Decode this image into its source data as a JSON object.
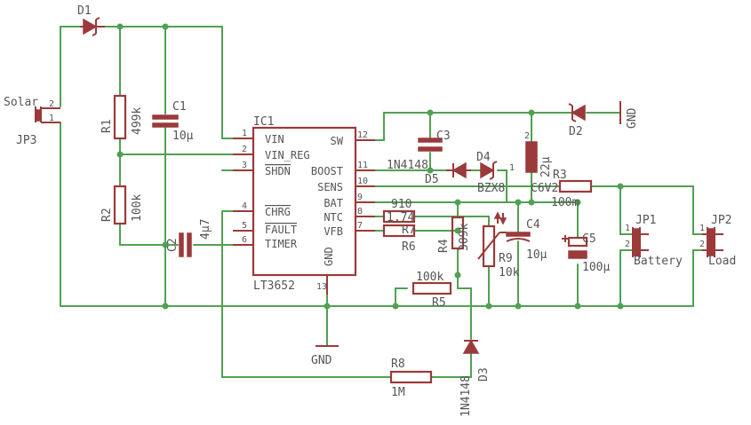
{
  "ic": {
    "ref": "IC1",
    "value": "LT3652",
    "pins_left": [
      {
        "num": "1",
        "name": "VIN"
      },
      {
        "num": "2",
        "name": "VIN_REG"
      },
      {
        "num": "3",
        "name": "SHDN"
      },
      {
        "num": "4",
        "name": "CHRG"
      },
      {
        "num": "5",
        "name": "FAULT"
      },
      {
        "num": "6",
        "name": "TIMER"
      }
    ],
    "pins_right": [
      {
        "num": "12",
        "name": "SW"
      },
      {
        "num": "11",
        "name": "BOOST"
      },
      {
        "num": "10",
        "name": "SENS"
      },
      {
        "num": "9",
        "name": "BAT"
      },
      {
        "num": "8",
        "name": "NTC"
      },
      {
        "num": "7",
        "name": "VFB"
      }
    ],
    "pin_bottom": {
      "num": "13",
      "name": "GND"
    }
  },
  "components": {
    "d1": {
      "ref": "D1"
    },
    "d2": {
      "ref": "D2"
    },
    "d3": {
      "ref": "D3",
      "value": "1N4148"
    },
    "d4": {
      "ref": "D4",
      "value": "BZX8"
    },
    "d5": {
      "ref": "D5",
      "value": "1N4148"
    },
    "r1": {
      "ref": "R1",
      "value": "499k"
    },
    "r2": {
      "ref": "R2",
      "value": "100k"
    },
    "r3": {
      "ref": "R3",
      "value": "100m"
    },
    "r4": {
      "ref": "R4",
      "value": "309k"
    },
    "r5": {
      "ref": "R5",
      "value": "100k"
    },
    "r6": {
      "ref": "R6",
      "value": "1.74"
    },
    "r7": {
      "ref": "R7",
      "value": "910"
    },
    "r8": {
      "ref": "R8",
      "value": "1M"
    },
    "r9": {
      "ref": "R9",
      "value": "10k"
    },
    "c1": {
      "ref": "C1",
      "value": "10µ"
    },
    "c2": {
      "ref": "C2",
      "value": "4µ7"
    },
    "c3": {
      "ref": "C3"
    },
    "c4": {
      "ref": "C4",
      "value": "10µ"
    },
    "c5": {
      "ref": "C5",
      "value": "100µ"
    },
    "l1": {
      "value": "22µ",
      "pin1": "1",
      "pin2": "2"
    },
    "zener_value": "C6V2"
  },
  "connectors": {
    "jp1": {
      "ref": "JP1",
      "label": "Battery",
      "pin1": "1",
      "pin2": "2"
    },
    "jp2": {
      "ref": "JP2",
      "label": "Load",
      "pin1": "1",
      "pin2": "2"
    },
    "jp3": {
      "ref": "JP3",
      "label": "Solar",
      "pin1": "1",
      "pin2": "2"
    }
  },
  "net_labels": {
    "gnd_bottom": "GND",
    "gnd_right": "GND"
  },
  "colors": {
    "wire": "#52a052",
    "part": "#9a3a3a",
    "text": "#555555",
    "background": "#ffffff"
  }
}
